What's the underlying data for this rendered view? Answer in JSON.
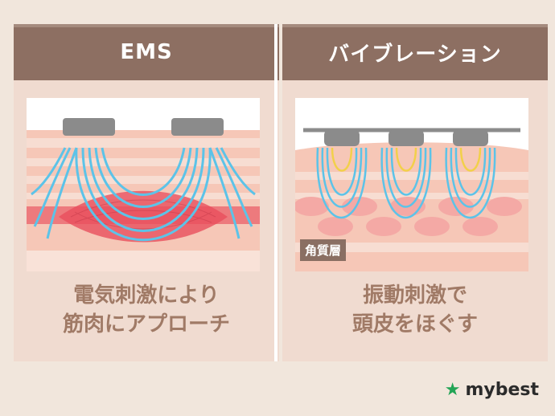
{
  "left": {
    "title": "EMS",
    "caption_line1": "電気刺激により",
    "caption_line2": "筋肉にアプローチ"
  },
  "right": {
    "title": "バイブレーション",
    "caption_line1": "振動刺激で",
    "caption_line2": "頭皮をほぐす",
    "layer_label": "角質層"
  },
  "logo": {
    "text": "mybest",
    "icon": "star-icon"
  },
  "colors": {
    "header": "#8d6f62",
    "caption": "#a07a66",
    "accent_blue": "#5cc3e8",
    "accent_yellow": "#f2d04a",
    "brand_green": "#23a455"
  }
}
